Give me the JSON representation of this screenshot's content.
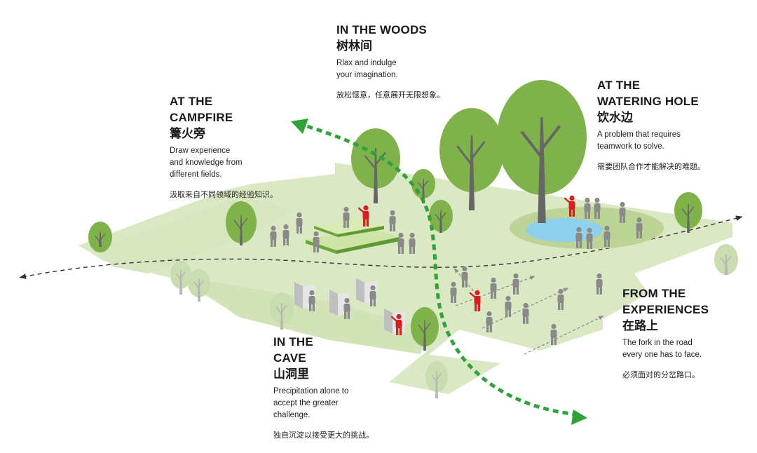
{
  "zones": {
    "woods": {
      "title": "IN THE WOODS",
      "title_cn": "树林间",
      "desc_lines": [
        "Rlax and indulge",
        "your imagination."
      ],
      "desc_cn": "放松惬意，任意展开无限想象。"
    },
    "campfire": {
      "title_lines": [
        "AT THE",
        "CAMPFIRE"
      ],
      "title_cn": "篝火旁",
      "desc_lines": [
        "Draw experience",
        "and knowledge from",
        "different fields."
      ],
      "desc_cn": "汲取来自不同领域的经验知识。"
    },
    "watering": {
      "title_lines": [
        "AT THE",
        "WATERING HOLE"
      ],
      "title_cn": "饮水边",
      "desc_lines": [
        "A problem that requires",
        "teamwork to solve."
      ],
      "desc_cn": "需要团队合作才能解决的难题。"
    },
    "experiences": {
      "title_lines": [
        "FROM THE",
        "EXPERIENCES"
      ],
      "title_cn": "在路上",
      "desc_lines": [
        "The fork in the road",
        "every one has to face."
      ],
      "desc_cn": "必须面对的分岔路口。"
    },
    "cave": {
      "title_lines": [
        "IN THE",
        "CAVE"
      ],
      "title_cn": "山洞里",
      "desc_lines": [
        "Precipitation alone to",
        "accept the greater",
        "challenge."
      ],
      "desc_cn": "独自沉淀以接受更大的挑战。"
    }
  },
  "colors": {
    "ground": "#dbe8c4",
    "ground_dark": "#cfe0b2",
    "tree": "#7fb24a",
    "tree_light": "#c9ddb0",
    "trunk": "#666666",
    "person": "#8a8a8a",
    "leader": "#d42020",
    "path": "#2fa33a",
    "water": "#8ed0ee",
    "pond_rim": "#bcd597",
    "platform_top": "#cfe4a6",
    "platform_side": "#5e9a32"
  }
}
